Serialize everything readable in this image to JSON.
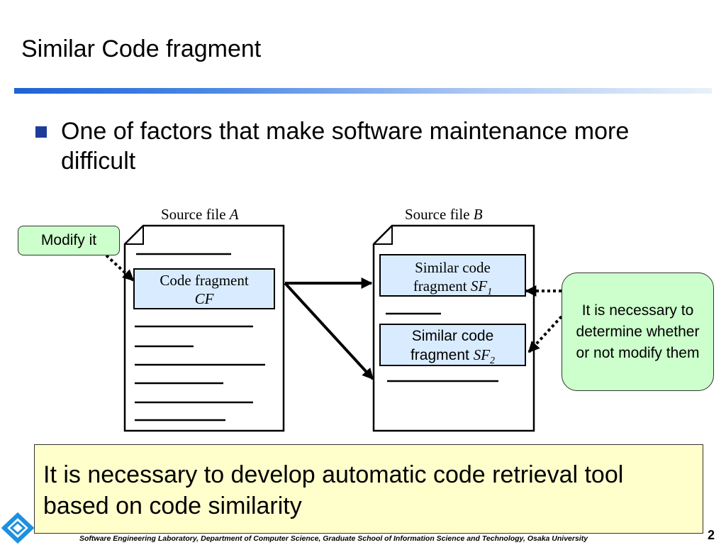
{
  "slide": {
    "title": "Similar Code fragment",
    "bullet": "One of factors that make software maintenance more difficult",
    "callout_bottom": "It is necessary to develop automatic code retrieval tool based on code similarity",
    "footer": "Software Engineering Laboratory,  Department of Computer Science,  Graduate School of Information Science and Technology,  Osaka University",
    "page_number": "2",
    "accent_color": "#1e63d6"
  },
  "diagram": {
    "file_a": {
      "label_prefix": "Source file ",
      "label_name": "A"
    },
    "file_b": {
      "label_prefix": "Source file ",
      "label_name": "B"
    },
    "fragment_cf": {
      "line1": "Code fragment",
      "name": "CF"
    },
    "fragment_sf1": {
      "line1": "Similar code",
      "line2_prefix": "fragment ",
      "name": "SF",
      "subscript": "1"
    },
    "fragment_sf2": {
      "line1": "Similar code",
      "line2_prefix": "fragment ",
      "name": "SF",
      "subscript": "2"
    },
    "callout_modify": "Modify it",
    "callout_determine": "It is necessary to determine whether or not modify them",
    "fragment_fill": "#d9ecff",
    "callout_fill": "#ccffcc",
    "bottom_fill": "#ffffcc"
  }
}
